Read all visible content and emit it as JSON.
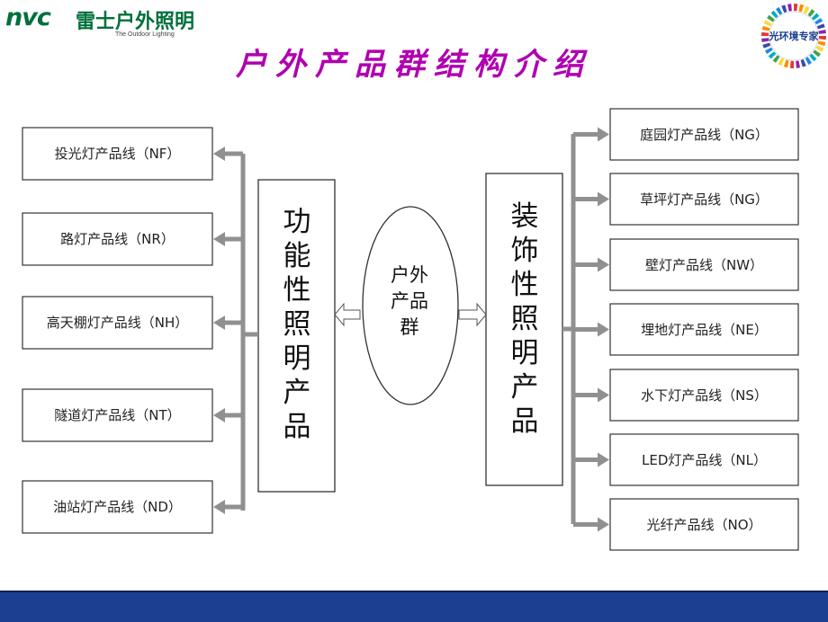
{
  "header": {
    "logo_brand": "nvc",
    "logo_cn": "雷士户外照明",
    "logo_en": "The Outdoor Lighting",
    "badge_text": "光环境专家"
  },
  "title": "户外产品群结构介绍",
  "center": {
    "label": "户外产品群"
  },
  "functional": {
    "label": "功能性照明产品",
    "lines": [
      "投光灯产品线（NF）",
      "路灯产品线（NR）",
      "高天棚灯产品线（NH）",
      "隧道灯产品线（NT）",
      "油站灯产品线（ND）"
    ]
  },
  "decorative": {
    "label": "装饰性照明产品",
    "lines": [
      "庭园灯产品线（NG）",
      "草坪灯产品线（NG）",
      "壁灯产品线（NW）",
      "埋地灯产品线（NE）",
      "水下灯产品线（NS）",
      "LED灯产品线（NL）",
      "光纤产品线（NO）"
    ]
  },
  "colors": {
    "title": "#b000b0",
    "arrow": "#909090",
    "brand": "#00703c",
    "footer": "#1c3f91",
    "box_border": "#333333"
  }
}
